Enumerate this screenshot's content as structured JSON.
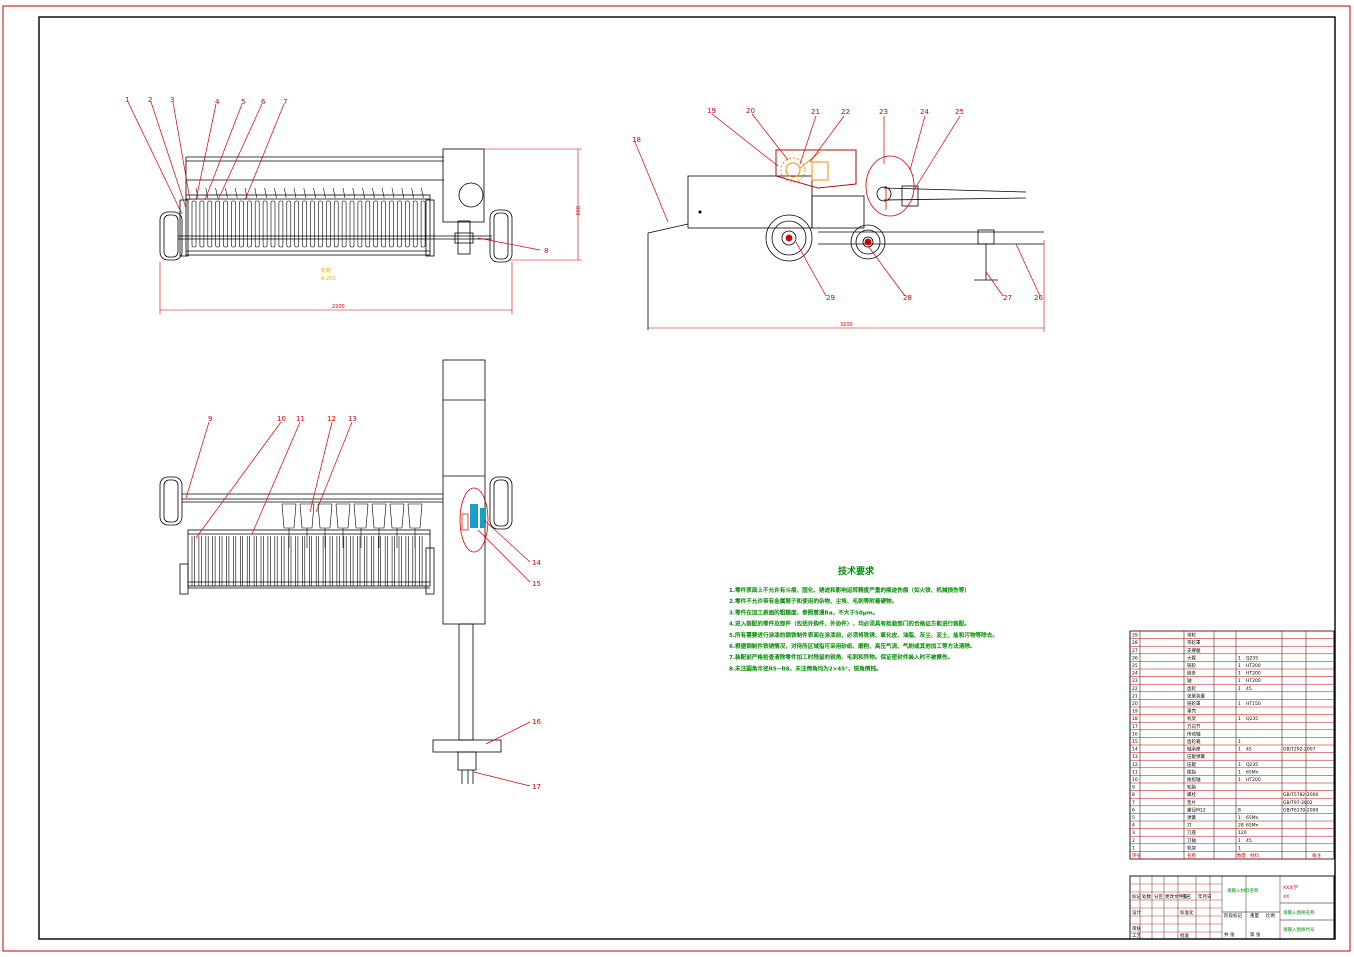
{
  "tech": {
    "title": "技术要求",
    "lines": [
      "1.零件表面上不允许有斗痕、固化、锈迹和影响运转精度严重的痕迹伤痕（如火铁、机械损伤等）",
      "2.零件不允许带有金属屑子和使用的杂物、尘埃、毛刺等附着硬物。",
      "3.零件在加工表面的粗糙度，参照普通Ra，不大于50μm。",
      "4.进入装配的零件及部件（包括外购件、外协件），均必须具有检验部门的合格证方能进行装配。",
      "5.所有需要进行涂漆的钢铁制件表面在涂漆前，必须将铁锈、氧化皮、油脂、灰尘、泥土、盐和污物等除去。",
      "6.根据钢制件铁锈情况，对待所区域指可采用砂纸、磨削、高压气流、气刷或其他加工等方法清除。",
      "7.装配前严格检查清除零件加工时残留的锐角、毛刺和异物。保证密封件装入时不被擦伤。",
      "8.未注圆角半径R5~R8，未注倒角均为2×45°，锐角倒钝。"
    ]
  },
  "callouts": {
    "n1": "1",
    "n2": "2",
    "n3": "3",
    "n4": "4",
    "n5": "5",
    "n6": "6",
    "n7": "7",
    "n8": "8",
    "n9": "9",
    "n10": "10",
    "n11": "11",
    "n12": "12",
    "n13": "13",
    "n14": "14",
    "n15": "15",
    "n16": "16",
    "n17": "17",
    "n18": "18",
    "n19": "19",
    "n20": "20",
    "n21": "21",
    "n22": "22",
    "n23": "23",
    "n24": "24",
    "n25": "25",
    "n26": "26",
    "n27": "27",
    "n28": "28",
    "n29": "29"
  },
  "bom": {
    "rows": [
      {
        "no": "29",
        "name": "带轮",
        "qty": "",
        "mat": "",
        "std": ""
      },
      {
        "no": "28",
        "name": "带轮罩",
        "qty": "",
        "mat": "",
        "std": ""
      },
      {
        "no": "27",
        "name": "支撑腿",
        "qty": "",
        "mat": "",
        "std": ""
      },
      {
        "no": "26",
        "name": "大臂",
        "qty": "1",
        "mat": "Q235",
        "std": ""
      },
      {
        "no": "25",
        "name": "链轮",
        "qty": "1",
        "mat": "HT200",
        "std": ""
      },
      {
        "no": "24",
        "name": "链条",
        "qty": "1",
        "mat": "HT200",
        "std": ""
      },
      {
        "no": "23",
        "name": "轴",
        "qty": "1",
        "mat": "HT200",
        "std": ""
      },
      {
        "no": "22",
        "name": "齿轮",
        "qty": "1",
        "mat": "45",
        "std": ""
      },
      {
        "no": "21",
        "name": "张紧装置",
        "qty": "",
        "mat": "",
        "std": ""
      },
      {
        "no": "20",
        "name": "链轮罩",
        "qty": "1",
        "mat": "HT150",
        "std": ""
      },
      {
        "no": "19",
        "name": "罩壳",
        "qty": "",
        "mat": "",
        "std": ""
      },
      {
        "no": "18",
        "name": "机架",
        "qty": "1",
        "mat": "Q235",
        "std": ""
      },
      {
        "no": "17",
        "name": "万向节",
        "qty": "",
        "mat": "",
        "std": ""
      },
      {
        "no": "16",
        "name": "传动轴",
        "qty": "",
        "mat": "",
        "std": ""
      },
      {
        "no": "15",
        "name": "齿轮箱",
        "qty": "1",
        "mat": "",
        "std": ""
      },
      {
        "no": "14",
        "name": "轴承座",
        "qty": "1",
        "mat": "45",
        "std": "GB/T292-2007"
      },
      {
        "no": "13",
        "name": "压辊弹簧",
        "qty": "",
        "mat": "",
        "std": ""
      },
      {
        "no": "12",
        "name": "压辊",
        "qty": "1",
        "mat": "Q235",
        "std": ""
      },
      {
        "no": "11",
        "name": "拨指",
        "qty": "1",
        "mat": "65Mn",
        "std": ""
      },
      {
        "no": "10",
        "name": "拨指轴",
        "qty": "1",
        "mat": "HT200",
        "std": ""
      },
      {
        "no": "9",
        "name": "轮胎",
        "qty": "",
        "mat": "",
        "std": ""
      },
      {
        "no": "8",
        "name": "螺栓",
        "qty": "",
        "mat": "",
        "std": "GB/T5782-2000"
      },
      {
        "no": "7",
        "name": "垫片",
        "qty": "",
        "mat": "",
        "std": "GB/T97-2002"
      },
      {
        "no": "6",
        "name": "螺母M12",
        "qty": "8",
        "mat": "",
        "std": "GB/T6170-2000"
      },
      {
        "no": "5",
        "name": "弹簧",
        "qty": "1",
        "mat": "65Mn",
        "std": ""
      },
      {
        "no": "4",
        "name": "刀",
        "qty": "28",
        "mat": "65Mn",
        "std": ""
      },
      {
        "no": "3",
        "name": "刀座",
        "qty": "120",
        "mat": "",
        "std": ""
      },
      {
        "no": "2",
        "name": "刀轴",
        "qty": "1",
        "mat": "45",
        "std": ""
      },
      {
        "no": "1",
        "name": "机架",
        "qty": "1",
        "mat": "",
        "std": ""
      }
    ],
    "header": {
      "no": "序号",
      "name": "名称",
      "qty": "数量",
      "mat": "材料",
      "std": "备注"
    }
  },
  "titleblock": {
    "school": "XX大学",
    "class_code": "XX",
    "drawing_name": "请输入图样名称",
    "drawing_code": "请输入图样代号",
    "material": "请输入材料名称",
    "labels": {
      "mark": "标记",
      "count": "处数",
      "zone": "分区",
      "changefile": "更改文件号",
      "sign": "签名",
      "date": "年月日",
      "design": "设计",
      "std": "标准化",
      "check": "审核",
      "craft": "工艺",
      "approve": "批准",
      "stage": "阶段标记",
      "weight": "重量",
      "scale": "比例",
      "sheets": "共 张",
      "sheet": "第 张"
    }
  }
}
